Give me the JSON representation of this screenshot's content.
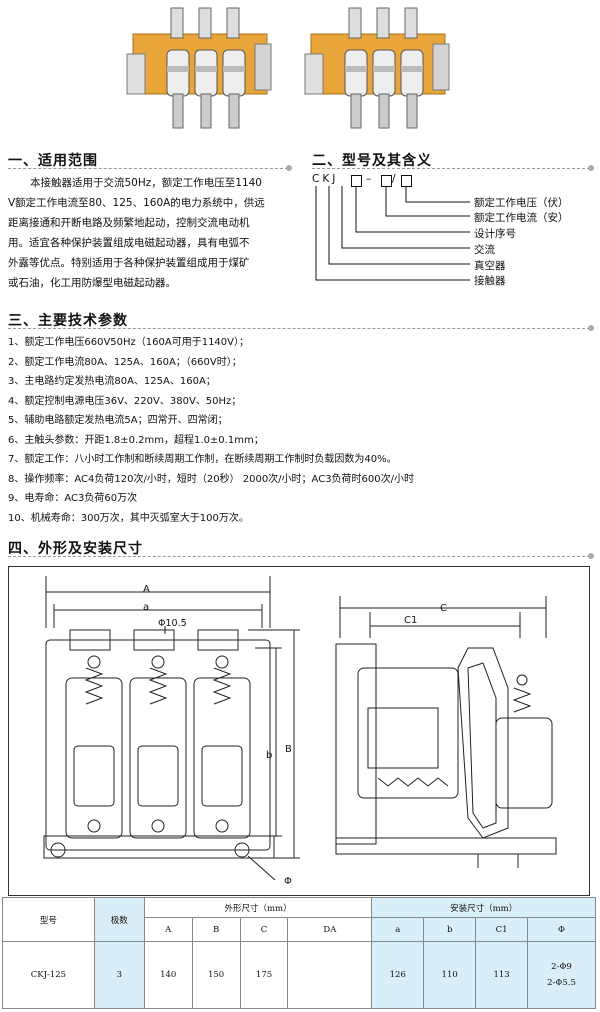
{
  "section1": {
    "title": "一、适用范围",
    "lines": [
      "本接触器适用于交流50Hz，额定工作电压至1140",
      "V额定工作电流至80、125、160A的电力系统中，供远",
      "距离接通和开断电路及频繁地起动，控制交流电动机",
      "用。适宜各种保护装置组成电磁起动器，具有电弧不",
      "外露等优点。特别适用于各种保护装置组成用于煤矿",
      "或石油，化工用防爆型电磁起动器。"
    ]
  },
  "section2": {
    "title": "二、型号及其含义",
    "code_prefix": "CKJ",
    "dash": "–",
    "slash": "/",
    "labels": [
      "额定工作电压（伏）",
      "额定工作电流（安）",
      "设计序号",
      "交流",
      "真空器",
      "接触器"
    ]
  },
  "section3": {
    "title": "三、主要技术参数",
    "items": [
      "1、额定工作电压660V50Hz（160A可用于1140V）；",
      "2、额定工作电流80A、125A、160A；（660V时）；",
      "3、主电路约定发热电流80A、125A、160A；",
      "4、额定控制电源电压36V、220V、380V、50Hz；",
      "5、辅助电路额定发热电流5A；四常开、四常闭；",
      "6、主触头参数：开距1.8±0.2mm，超程1.0±0.1mm；",
      "7、额定工作：八小时工作制和断续周期工作制，在断续周期工作制时负载因数为40%。",
      "8、操作频率：AC4负荷120次/小时，短时（20秒） 2000次/小时；AC3负荷时600次/小时",
      "9、电寿命：AC3负荷60万次",
      "10、机械寿命：300万次，其中灭弧室大于100万次。"
    ]
  },
  "section4": {
    "title": "四、外形及安装尺寸",
    "drawing_labels": {
      "A": "A",
      "a": "a",
      "phi_hole": "Φ10.5",
      "b": "b",
      "B": "B",
      "phi": "Φ",
      "C": "C",
      "C1": "C1"
    }
  },
  "table": {
    "model_header": "型号",
    "poles_header": "极数",
    "outer_header": "外形尺寸（mm）",
    "install_header": "安装尺寸（mm）",
    "outer_cols": [
      "A",
      "B",
      "C",
      "DA"
    ],
    "install_cols": [
      "a",
      "b",
      "C1",
      "Φ"
    ],
    "row": {
      "model": "CKJ-125",
      "poles": "3",
      "A": "140",
      "B": "150",
      "C": "175",
      "DA": "",
      "a": "126",
      "b": "110",
      "C1": "113",
      "phi_line1": "2-Φ9",
      "phi_line2": "2-Φ5.5"
    }
  },
  "colors": {
    "contactor_frame": "#e8a53a",
    "table_highlight": "#d8eef8"
  }
}
